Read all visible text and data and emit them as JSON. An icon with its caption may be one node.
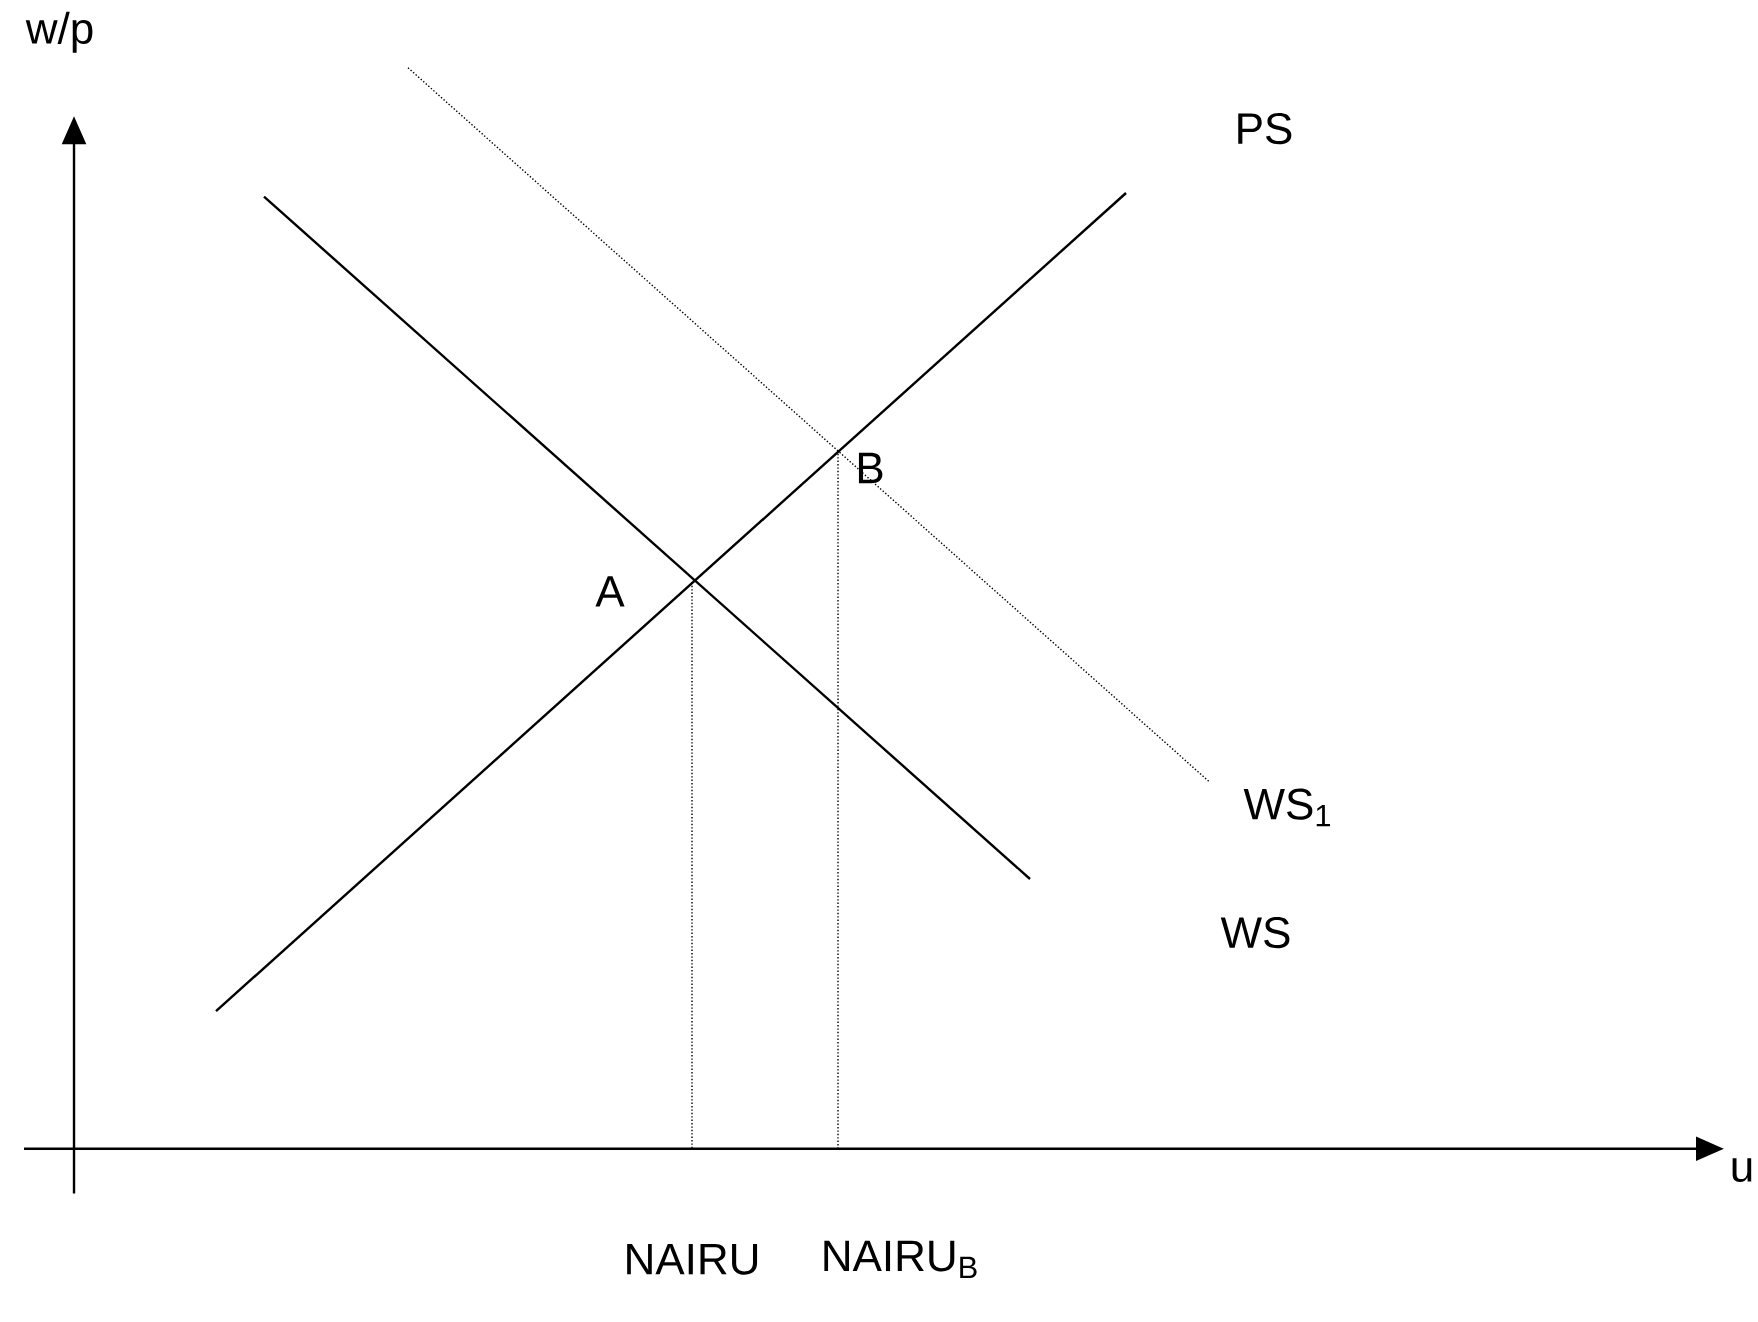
{
  "diagram": {
    "labels": [
      "w/p",
      "PS",
      "B",
      "A",
      "WS$_{1}$",
      "WS",
      "u",
      "NAIRU",
      "NAIRU$_{B}$"
    ]
  }
}
